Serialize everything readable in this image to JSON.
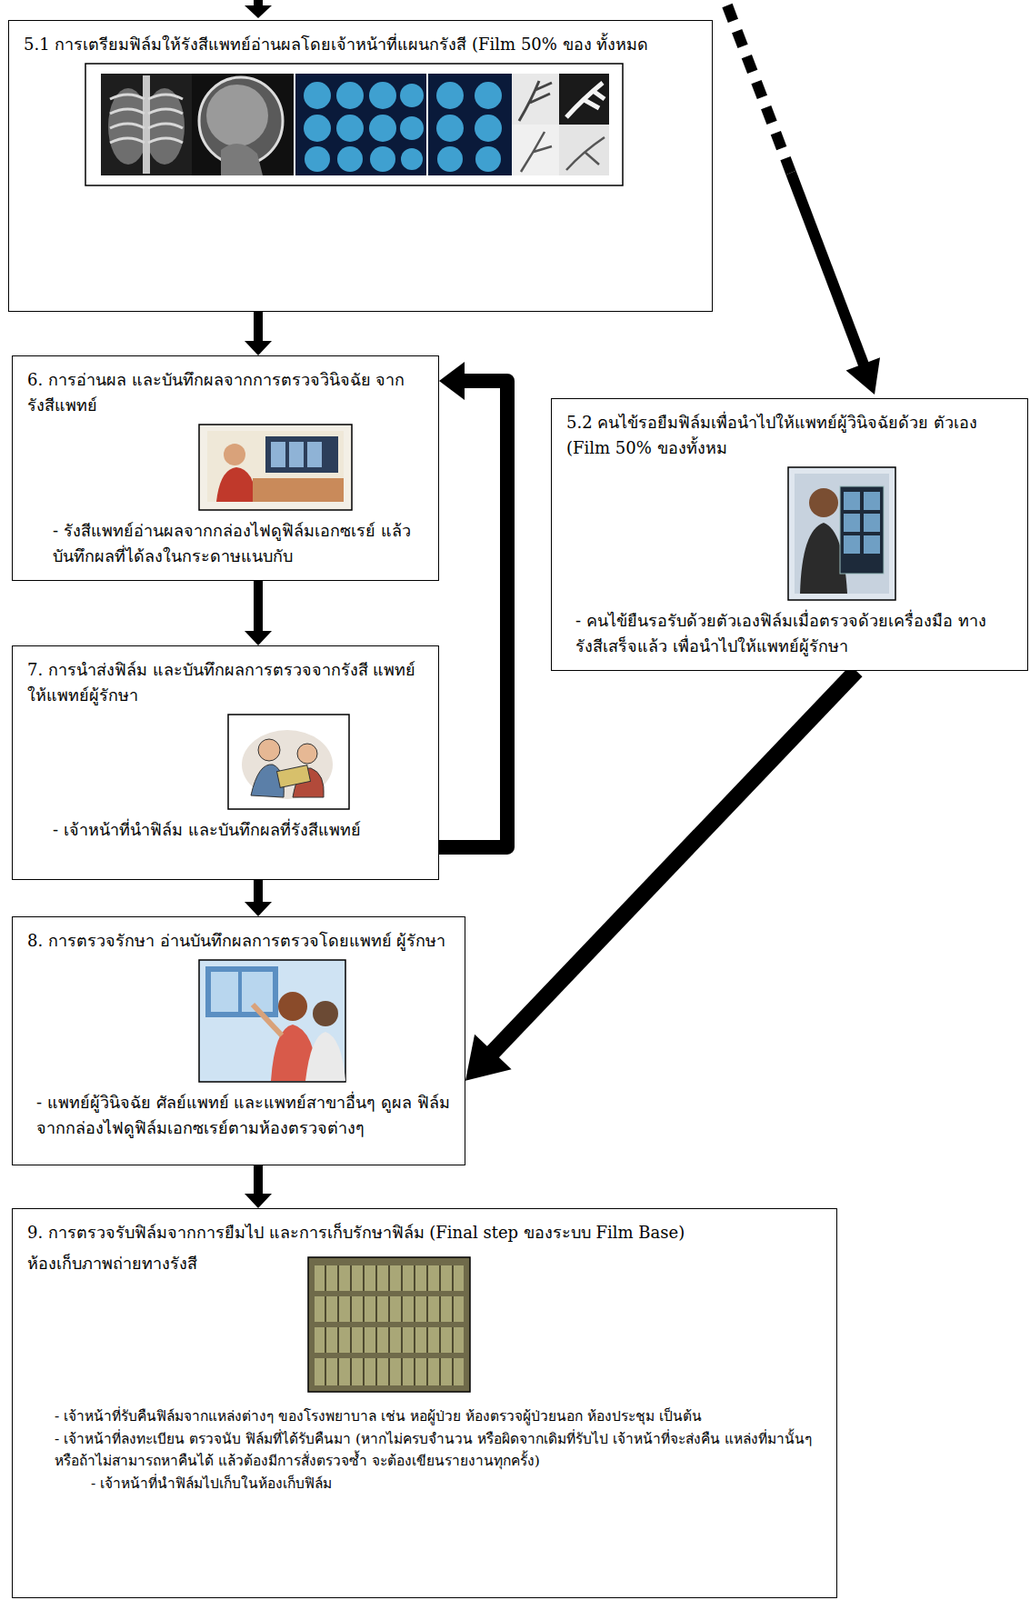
{
  "diagram": {
    "nodes": [
      {
        "text": [
          "5.1 การเตรียมฟิล์มให้รังสีแพทย์อ่านผลโดยเจ้าหน้าที่แผนกรังสี (Film 50% ของ ทั้งหมด"
        ]
      },
      {
        "text": [
          "6. การอ่านผล และบันทึกผลจากการตรวจวินิจฉัย จากรังสีแพทย์",
          "- รังสีแพทย์อ่านผลจากกล่องไฟดูฟิล์มเอกซเรย์ แล้วบันทึกผลที่ได้ลงในกระดาษแนบกับ"
        ]
      },
      {
        "text": [
          "5.2 คนไข้รอยืมฟิล์มเพื่อนำไปให้แพทย์ผู้วินิจฉัยด้วย ตัวเอง (Film 50% ของทั้งหม",
          "- คนไข้ยืนรอรับด้วยตัวเองฟิล์มเมื่อตรวจด้วยเครื่องมือ ทางรังสีเสร็จแล้ว เพื่อนำไปให้แพทย์ผู้รักษา"
        ]
      },
      {
        "text": [
          "7. การนำส่งฟิล์ม และบันทึกผลการตรวจจากรังสี แพทย์ ให้แพทย์ผู้รักษา",
          "- เจ้าหน้าที่นำฟิล์ม และบันทึกผลที่รังสีแพทย์"
        ]
      },
      {
        "text": [
          "8. การตรวจรักษา อ่านบันทึกผลการตรวจโดยแพทย์ ผู้รักษา",
          "- แพทย์ผู้วินิจฉัย ศัลย์แพทย์ และแพทย์สาขาอื่นๆ ดูผล ฟิล์มจากกล่องไฟดูฟิล์มเอกซเรย์ตามห้องตรวจต่างๆ"
        ]
      },
      {
        "text": [
          "9. การตรวจรับฟิล์มจากการยืมไป และการเก็บรักษาฟิล์ม (Final step ของระบบ Film Base)",
          "ห้องเก็บภาพถ่ายทางรังสี",
          "- เจ้าหน้าที่รับคืนฟิล์มจากแหล่งต่างๆ ของโรงพยาบาล เช่น หอผู้ป่วย ห้องตรวจผู้ป่วยนอก ห้องประชุม เป็นต้น",
          "- เจ้าหน้าที่ลงทะเบียน ตรวจนับ ฟิล์มที่ได้รับคืนมา (หากไม่ครบจำนวน หรือผิดจากเดิมที่รับไป เจ้าหน้าที่จะส่งคืน แหล่งที่มานั้นๆ หรือถ้าไม่สามารถหาคืนได้ แล้วต้องมีการสั่งตรวจซ้ำ จะต้องเขียนรายงานทุกครั้ง)",
          "- เจ้าหน้าที่นำฟิล์มไปเก็บในห้องเก็บฟิล์ม"
        ]
      }
    ],
    "edges": [
      {
        "from": 0,
        "to": 1,
        "arrow": "to"
      },
      {
        "from": 1,
        "to": 3,
        "arrow": "to"
      },
      {
        "from": 3,
        "to": 4,
        "arrow": "to"
      },
      {
        "from": 4,
        "to": 5,
        "arrow": "to"
      },
      {
        "from": 2,
        "to": 4,
        "arrow": "to"
      },
      {
        "from": 3,
        "to": 1,
        "arrow": "to"
      }
    ]
  }
}
